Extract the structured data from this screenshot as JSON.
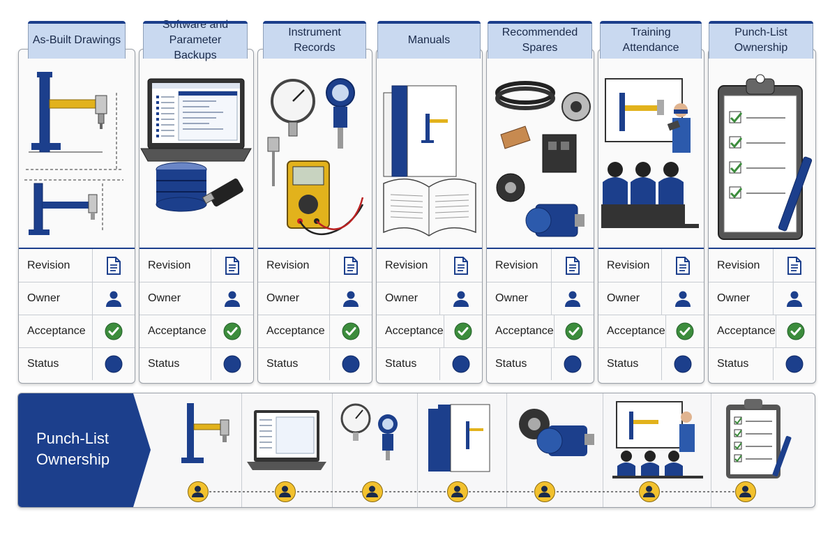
{
  "columns": [
    {
      "id": "as-built",
      "title": "As-Built Drawings"
    },
    {
      "id": "software",
      "title": "Software and Parameter Backups"
    },
    {
      "id": "instrument",
      "title": "Instrument Records"
    },
    {
      "id": "manuals",
      "title": "Manuals"
    },
    {
      "id": "spares",
      "title": "Recommended Spares"
    },
    {
      "id": "training",
      "title": "Training Attendance"
    },
    {
      "id": "punch",
      "title": "Punch-List Ownership"
    }
  ],
  "row_labels": [
    "Revision",
    "Owner",
    "Acceptance",
    "Status"
  ],
  "row_icons": [
    "document-icon",
    "person-icon",
    "check-circle-icon",
    "status-dot-icon"
  ],
  "bottom": {
    "title": "Punch-List Ownership"
  },
  "colors": {
    "navy": "#1c3f8c",
    "tab": "#c9d9f0",
    "check": "#3c8c3c",
    "avatar": "#f2c12e"
  }
}
